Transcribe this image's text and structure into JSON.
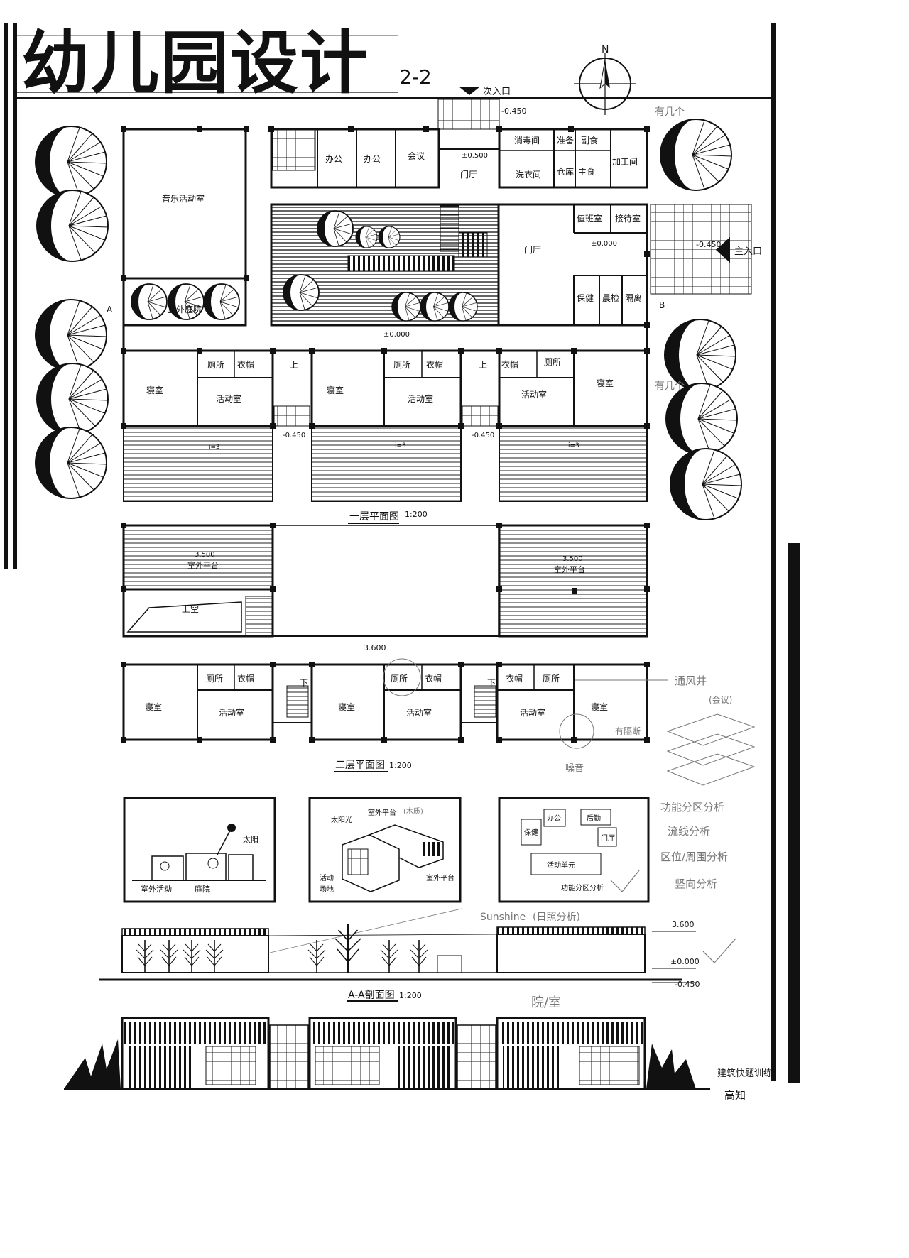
{
  "title": "幼儿园设计",
  "sheet_no": "2-2",
  "north": "N",
  "entrances": {
    "secondary": "次入口",
    "main": "主入口"
  },
  "levels": {
    "minus_0450": "-0.450",
    "pm_0000": "±0.000",
    "pm_0500": "±0.500",
    "plus_3600": "3.600",
    "plus_3500": "3.500"
  },
  "section_marks": {
    "a": "A",
    "b": "B"
  },
  "ramp_label": "i=3",
  "stair_up": "上",
  "stair_down": "下",
  "ground_floor": {
    "rooms": {
      "music_room": "音乐活动室",
      "office1": "办公",
      "office2": "办公",
      "meeting": "会议",
      "hall_small": "门厅",
      "disinfect": "消毒间",
      "prep": "准备",
      "side_dish": "副食",
      "wash": "洗衣间",
      "storage": "仓库",
      "staple": "主食",
      "process": "加工间",
      "duty": "值班室",
      "reception": "接待室",
      "hall_main": "门厅",
      "health": "保健",
      "morning_check": "晨检",
      "isolation": "隔离",
      "courtyard": "室外庭院",
      "dorm": "寝室",
      "toilet": "厕所",
      "cloak": "衣帽",
      "activity": "活动室"
    },
    "caption": "一层平面图",
    "scale": "1:200"
  },
  "second_floor": {
    "terrace": "室外平台",
    "void": "上空",
    "caption": "二层平面图",
    "scale": "1:200"
  },
  "annotations": {
    "surrounding_trees": "有几个",
    "vent_shaft": "通风井",
    "meeting_note": "(会议)",
    "noise": "噪音",
    "divide_analysis": "有隔断",
    "function_analysis": "功能分区分析",
    "flow_analysis": "流线分析",
    "area_analysis": "区位/周围分析",
    "vertical_analysis": "竖向分析",
    "sunshine": "Sunshine",
    "sunshine_analysis": "(日照分析)",
    "courtyard_note": "院/室",
    "course_name": "建筑快题训练",
    "author": "高知",
    "wood": "(木质)"
  },
  "diagrams": {
    "d1": {
      "sun": "太阳",
      "room": "室外活动",
      "yard": "庭院"
    },
    "d2": {
      "sunlight": "太阳光",
      "terrace": "室外平台",
      "activity": "活动",
      "venue": "场地",
      "terrace2": "室外平台"
    },
    "d3": {
      "office": "办公",
      "kitchen": "后勤",
      "health": "保健",
      "hall": "门厅",
      "unit": "活动单元",
      "caption": "功能分区分析"
    }
  },
  "section": {
    "caption": "A-A剖面图",
    "scale": "1:200",
    "top": "3.600",
    "mid": "±0.000",
    "low": "-0.450"
  }
}
